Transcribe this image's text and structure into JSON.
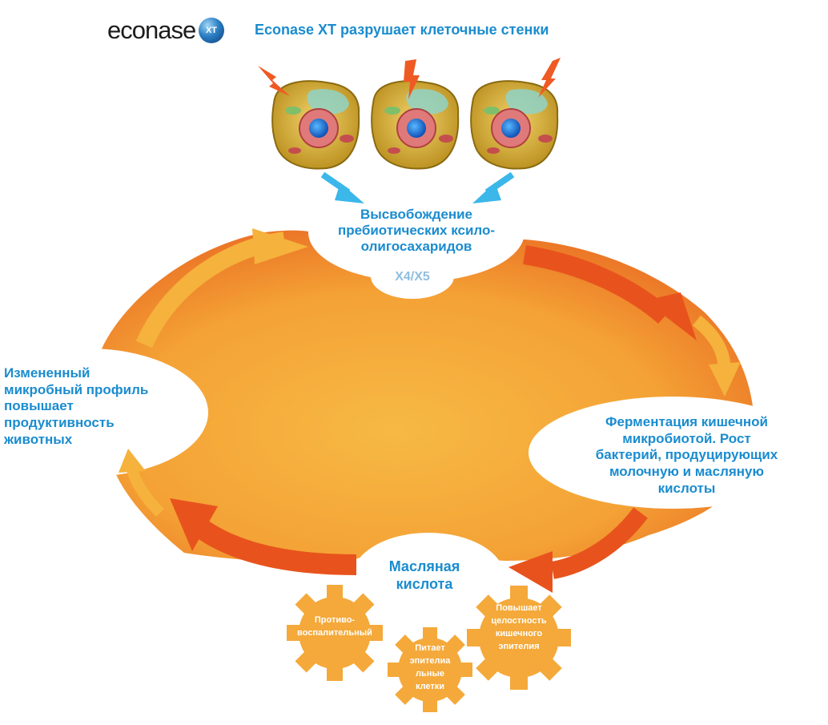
{
  "logo": {
    "word": "econase",
    "badge": "XT"
  },
  "title": "Econase XT разрушает клеточные стенки",
  "release_label": "Высвобождение\nпребиотических ксило-\nолигосахаридов",
  "xos_label": "X4/X5",
  "left_label": "Измененный\nмикробный профиль\nповышает\nпродуктивность\nживотных",
  "right_label": "Ферментация кишечной\nмикробиотой. Рост\nбактерий, продуцирующих\nмолочную и масляную\nкислоты",
  "bottom_label": "Масляная\nкислота",
  "gears": [
    {
      "label": "Противо-\nвоспалительный"
    },
    {
      "label": "Питает\nэпителиа\nльные\nклетки"
    },
    {
      "label": "Повышает\nцелостность\nкишечного\nэпителия"
    }
  ],
  "colors": {
    "text_blue": "#1a8ccf",
    "orange_dark": "#e8531d",
    "orange_light": "#f5b23c",
    "gear": "#f4a93a",
    "cell": "#d9b23a",
    "lightning": "#ef5a24",
    "arrow_blue": "#3bb7ea"
  },
  "icons": [
    "cell-icon",
    "lightning-icon",
    "arrow-icon",
    "gear-icon"
  ]
}
